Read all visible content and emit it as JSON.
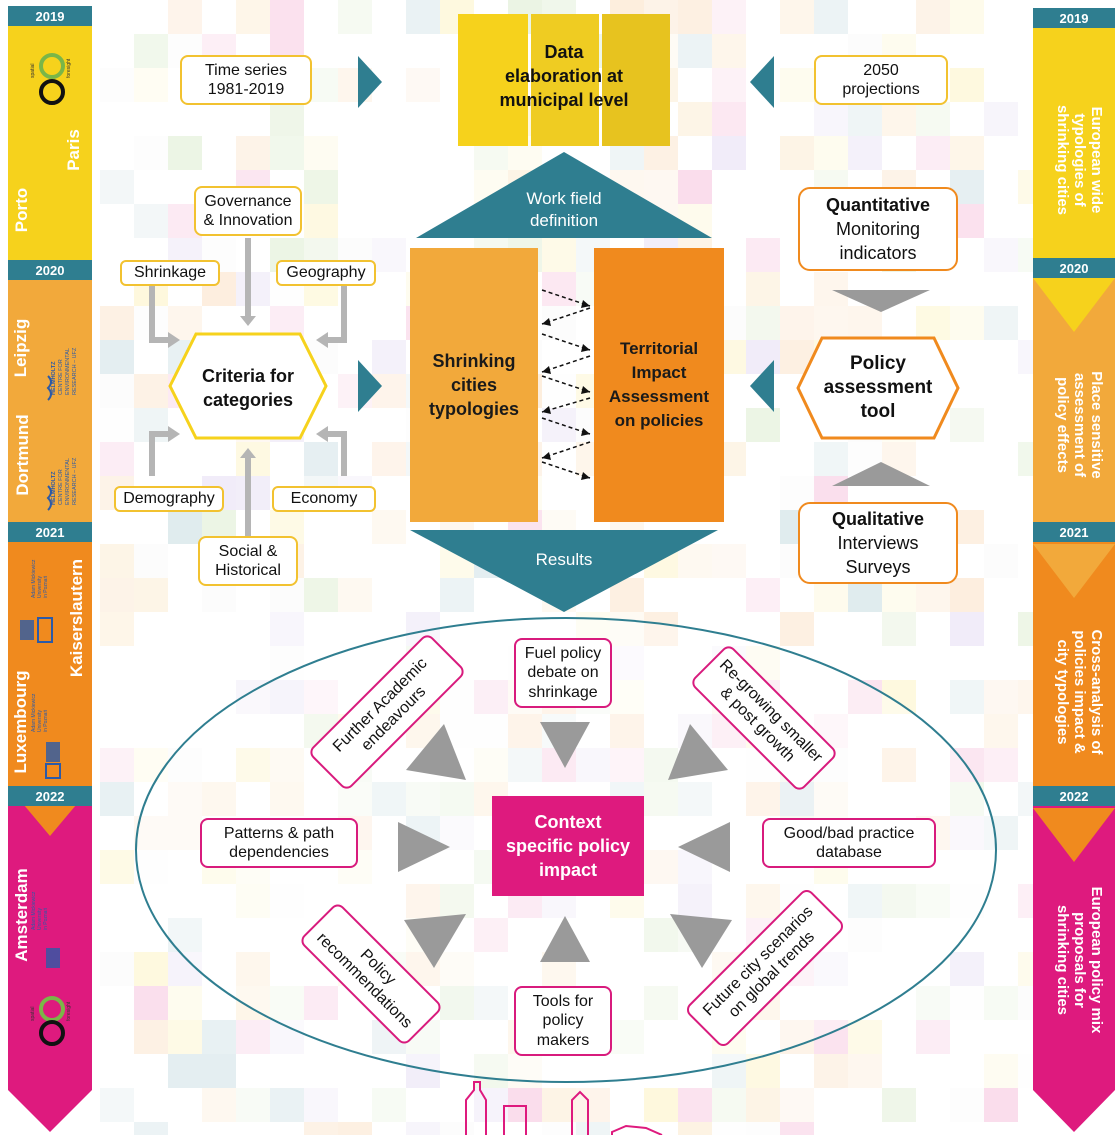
{
  "timeline_left": {
    "years": [
      "2019",
      "2020",
      "2021",
      "2022"
    ],
    "cities": [
      "Paris",
      "Porto",
      "Leipzig",
      "Dortmund",
      "Kaiserslautern",
      "Luxembourg",
      "Amsterdam"
    ],
    "logos": {
      "spatial_foresight": [
        "spatial",
        "foresight"
      ],
      "helmholtz": [
        "HELMHOLTZ",
        "CENTRE FOR",
        "ENVIRONMENTAL",
        "RESEARCH – UFZ"
      ],
      "adam_mickiewicz": [
        "Adam Mickiewicz",
        "University",
        "in Poznań"
      ]
    }
  },
  "timeline_right": {
    "years": [
      "2019",
      "2020",
      "2021",
      "2022"
    ],
    "phases": [
      [
        "European wide",
        "typologies of",
        "shrinking cities"
      ],
      [
        "Place sensitive",
        "assessment of",
        "policy effects"
      ],
      [
        "Cross-analysis of",
        "policies impact &",
        "city typologies"
      ],
      [
        "European policy mix",
        "proposals  for",
        "shrinking cities"
      ]
    ]
  },
  "top": {
    "time_series": [
      "Time series",
      "1981-2019"
    ],
    "data_elaboration": [
      "Data",
      "elaboration at",
      "municipal level"
    ],
    "projections": [
      "2050",
      "projections"
    ]
  },
  "criteria": {
    "governance": [
      "Governance",
      "& Innovation"
    ],
    "shrinkage": "Shrinkage",
    "geography": "Geography",
    "center": [
      "Criteria for",
      "categories"
    ],
    "demography": "Demography",
    "economy": "Economy",
    "social": [
      "Social &",
      "Historical"
    ]
  },
  "work_field": [
    "Work field",
    "definition"
  ],
  "typologies": [
    "Shrinking",
    "cities",
    "typologies"
  ],
  "tia": [
    "Territorial",
    "Impact",
    "Assessment",
    "on policies"
  ],
  "results": "Results",
  "quantitative": {
    "title": "Quantitative",
    "lines": [
      "Monitoring",
      "indicators"
    ]
  },
  "policy_tool": [
    "Policy",
    "assessment",
    "tool"
  ],
  "qualitative": {
    "title": "Qualitative",
    "lines": [
      "Interviews",
      "Surveys"
    ]
  },
  "outcomes": {
    "center": [
      "Context",
      "specific policy",
      "impact"
    ],
    "fuel": [
      "Fuel policy",
      "debate on",
      "shrinkage"
    ],
    "academic": [
      "Further Academic",
      "endeavours"
    ],
    "regrowing": [
      "Re-growing smaller",
      "& post growth"
    ],
    "patterns": [
      "Patterns & path",
      "dependencies"
    ],
    "practice": [
      "Good/bad practice",
      "database"
    ],
    "recommendations": [
      "Policy",
      "recommendations"
    ],
    "scenarios": [
      "Future city scenarios",
      "on global trends"
    ],
    "tools": [
      "Tools for",
      "policy",
      "makers"
    ]
  },
  "colors": {
    "teal": "#2f7e90",
    "yellow": "#f6d21c",
    "light_orange": "#f2a93b",
    "orange": "#f08a1e",
    "magenta": "#de1a7e"
  }
}
